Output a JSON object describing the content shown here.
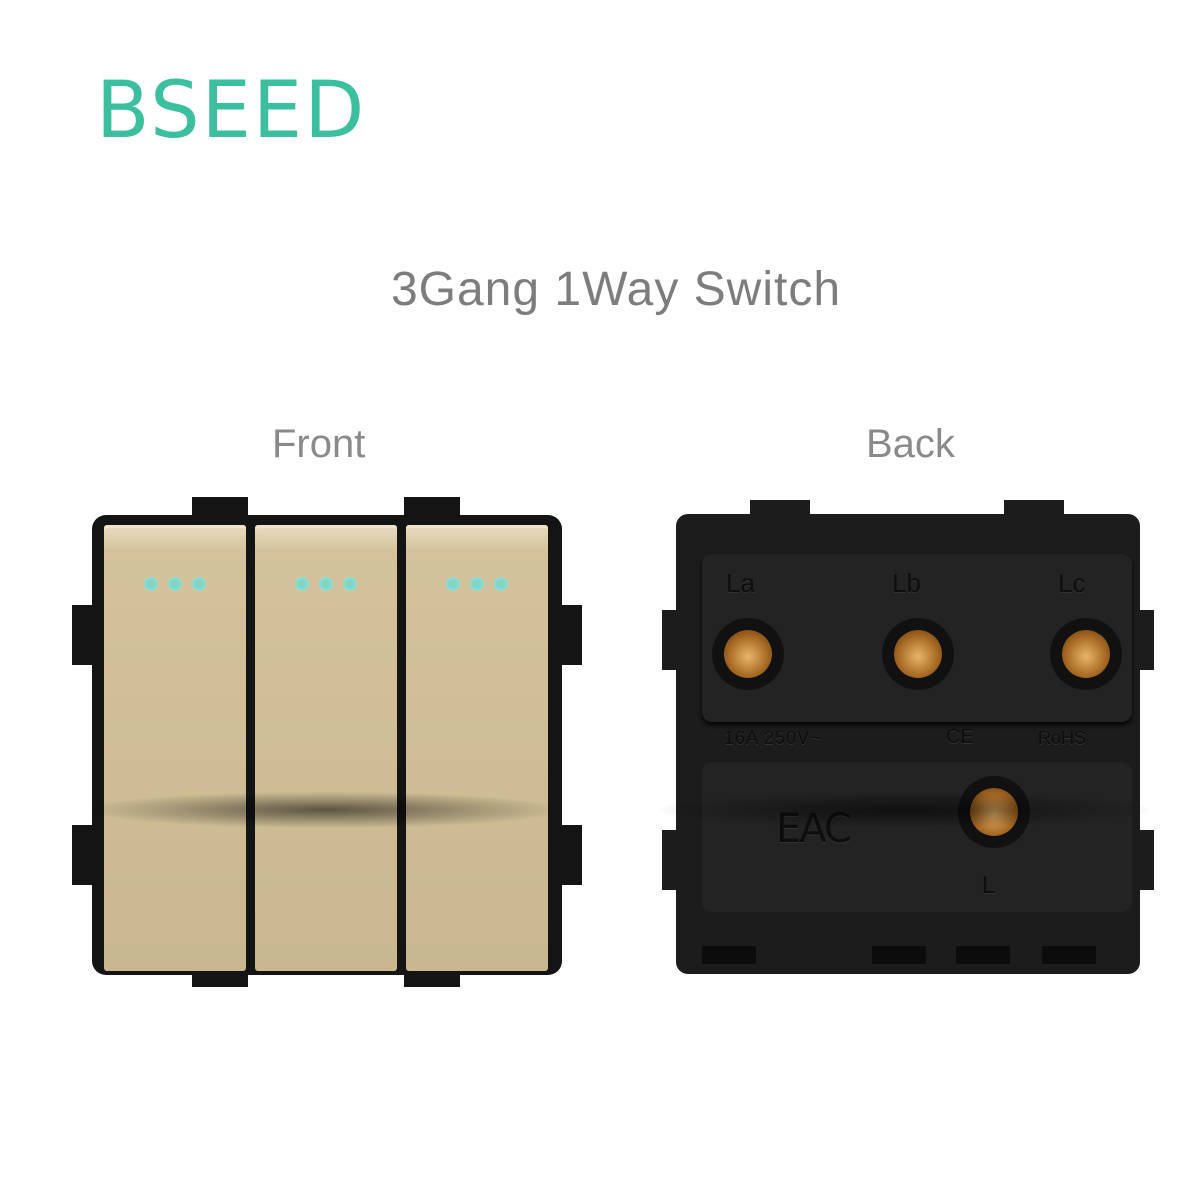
{
  "brand": {
    "logo_text": "BSEED",
    "color": "#3bbf9e"
  },
  "product": {
    "title": "3Gang 1Way Switch"
  },
  "views": {
    "front": {
      "label": "Front",
      "rocker_count": 3,
      "indicator_dots_per_rocker": 3,
      "rocker_color": "#cdbc94",
      "indicator_color": "#7fd6c8"
    },
    "back": {
      "label": "Back",
      "terminals": [
        "La",
        "Lb",
        "Lc"
      ],
      "rating": "16A  250V~",
      "ce_mark": "CE",
      "rohs": "RoHS",
      "eac_mark": "EAC",
      "live_terminal": "L"
    }
  }
}
